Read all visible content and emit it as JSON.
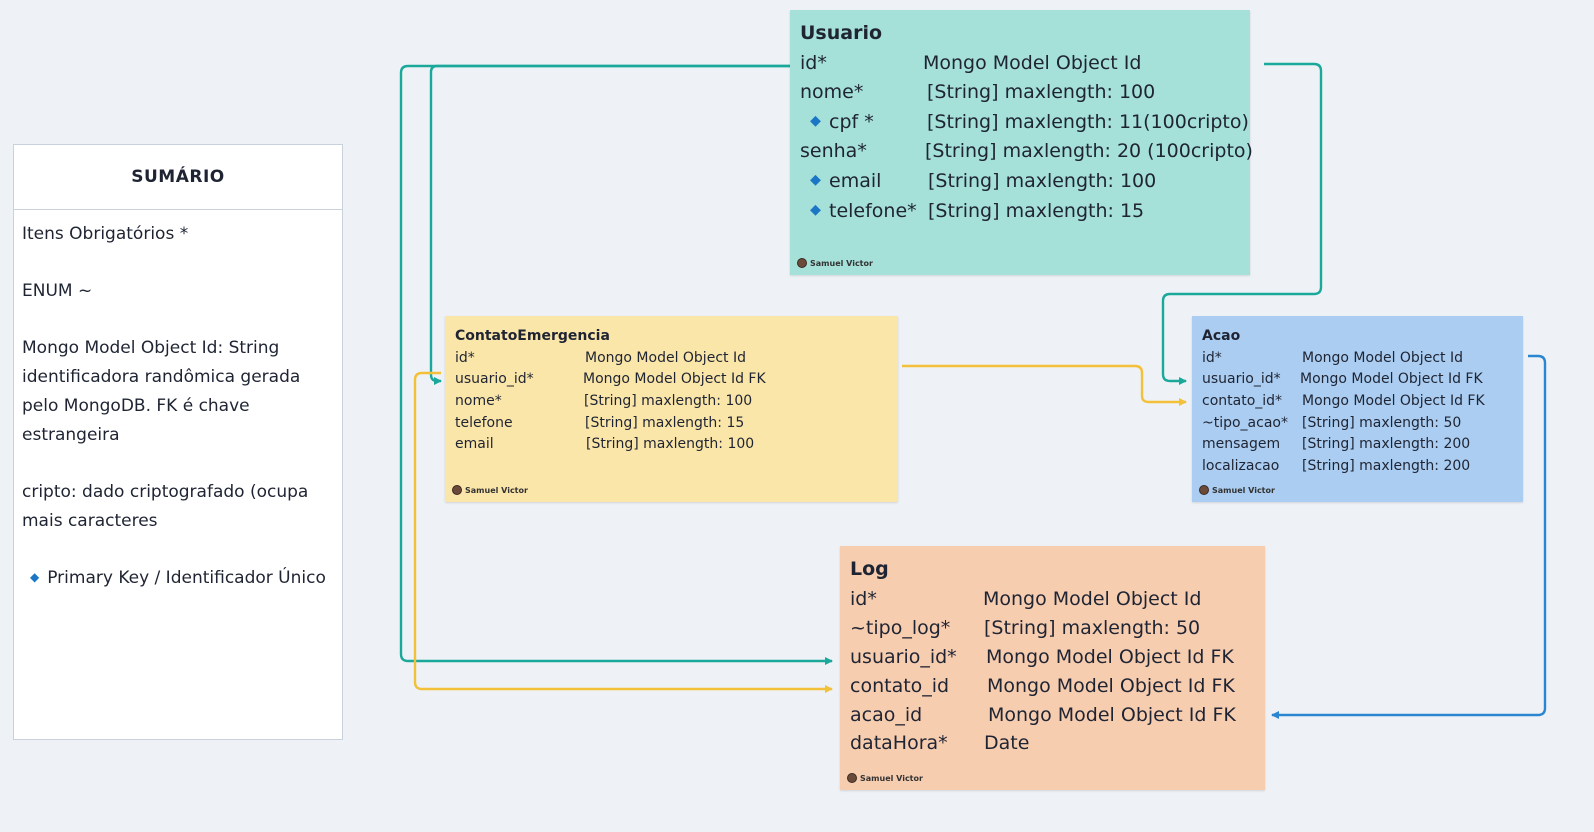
{
  "summary": {
    "header": "SUMÁRIO",
    "lines": [
      "Itens Obrigatórios *",
      "ENUM ~",
      "Mongo Model Object Id: String identificadora randômica gerada pelo MongoDB. FK é chave estrangeira",
      "cripto: dado criptografado (ocupa mais caracteres",
      "Primary Key / Identificador Único"
    ]
  },
  "usuario": {
    "title": "Usuario",
    "author": "Samuel Victor",
    "fields": [
      {
        "name": "id*",
        "type": "Mongo Model Object Id"
      },
      {
        "name": "nome*",
        "type": "[String] maxlength: 100"
      },
      {
        "name": "cpf *",
        "type": "[String] maxlength: 11(100cripto)"
      },
      {
        "name": "senha*",
        "type": "[String] maxlength: 20 (100cripto)"
      },
      {
        "name": "email",
        "type": "[String]  maxlength: 100"
      },
      {
        "name": "telefone*",
        "type": "[String]  maxlength: 15"
      }
    ]
  },
  "contato": {
    "title": "ContatoEmergencia",
    "author": "Samuel Victor",
    "fields": [
      {
        "name": "id*",
        "type": "Mongo Model Object Id"
      },
      {
        "name": "usuario_id*",
        "type": "Mongo Model Object Id FK"
      },
      {
        "name": "nome*",
        "type": "[String] maxlength: 100"
      },
      {
        "name": "telefone",
        "type": "[String]  maxlength: 15"
      },
      {
        "name": "email",
        "type": "[String]  maxlength: 100"
      }
    ]
  },
  "acao": {
    "title": "Acao",
    "author": "Samuel Victor",
    "fields": [
      {
        "name": "id*",
        "type": "Mongo Model Object Id"
      },
      {
        "name": "usuario_id*",
        "type": "Mongo Model Object Id FK"
      },
      {
        "name": "contato_id*",
        "type": "Mongo Model Object Id FK"
      },
      {
        "name": "~tipo_acao*",
        "type": "[String] maxlength: 50"
      },
      {
        "name": "mensagem",
        "type": "[String] maxlength: 200"
      },
      {
        "name": "localizacao",
        "type": "[String] maxlength: 200"
      }
    ]
  },
  "log": {
    "title": "Log",
    "author": "Samuel Victor",
    "fields": [
      {
        "name": "id*",
        "type": "Mongo Model Object Id"
      },
      {
        "name": "~tipo_log*",
        "type": "[String] maxlength: 50"
      },
      {
        "name": "usuario_id*",
        "type": "Mongo Model Object Id FK"
      },
      {
        "name": "contato_id",
        "type": "Mongo Model Object Id FK"
      },
      {
        "name": "acao_id",
        "type": "Mongo Model Object Id FK"
      },
      {
        "name": "dataHora*",
        "type": "Date"
      }
    ]
  },
  "colors": {
    "background": "#eef2f6",
    "usuario": "#a5e0d9",
    "contato": "#fbe6a9",
    "acao": "#aacdf1",
    "log": "#f7cdb0",
    "teal_connector": "#1aa89a",
    "yellow_connector": "#f3c03a",
    "blue_connector": "#2a86d0",
    "diamond": "#1b77c5"
  },
  "icons": {
    "primary_key": "diamond-icon",
    "author": "avatar-icon"
  }
}
